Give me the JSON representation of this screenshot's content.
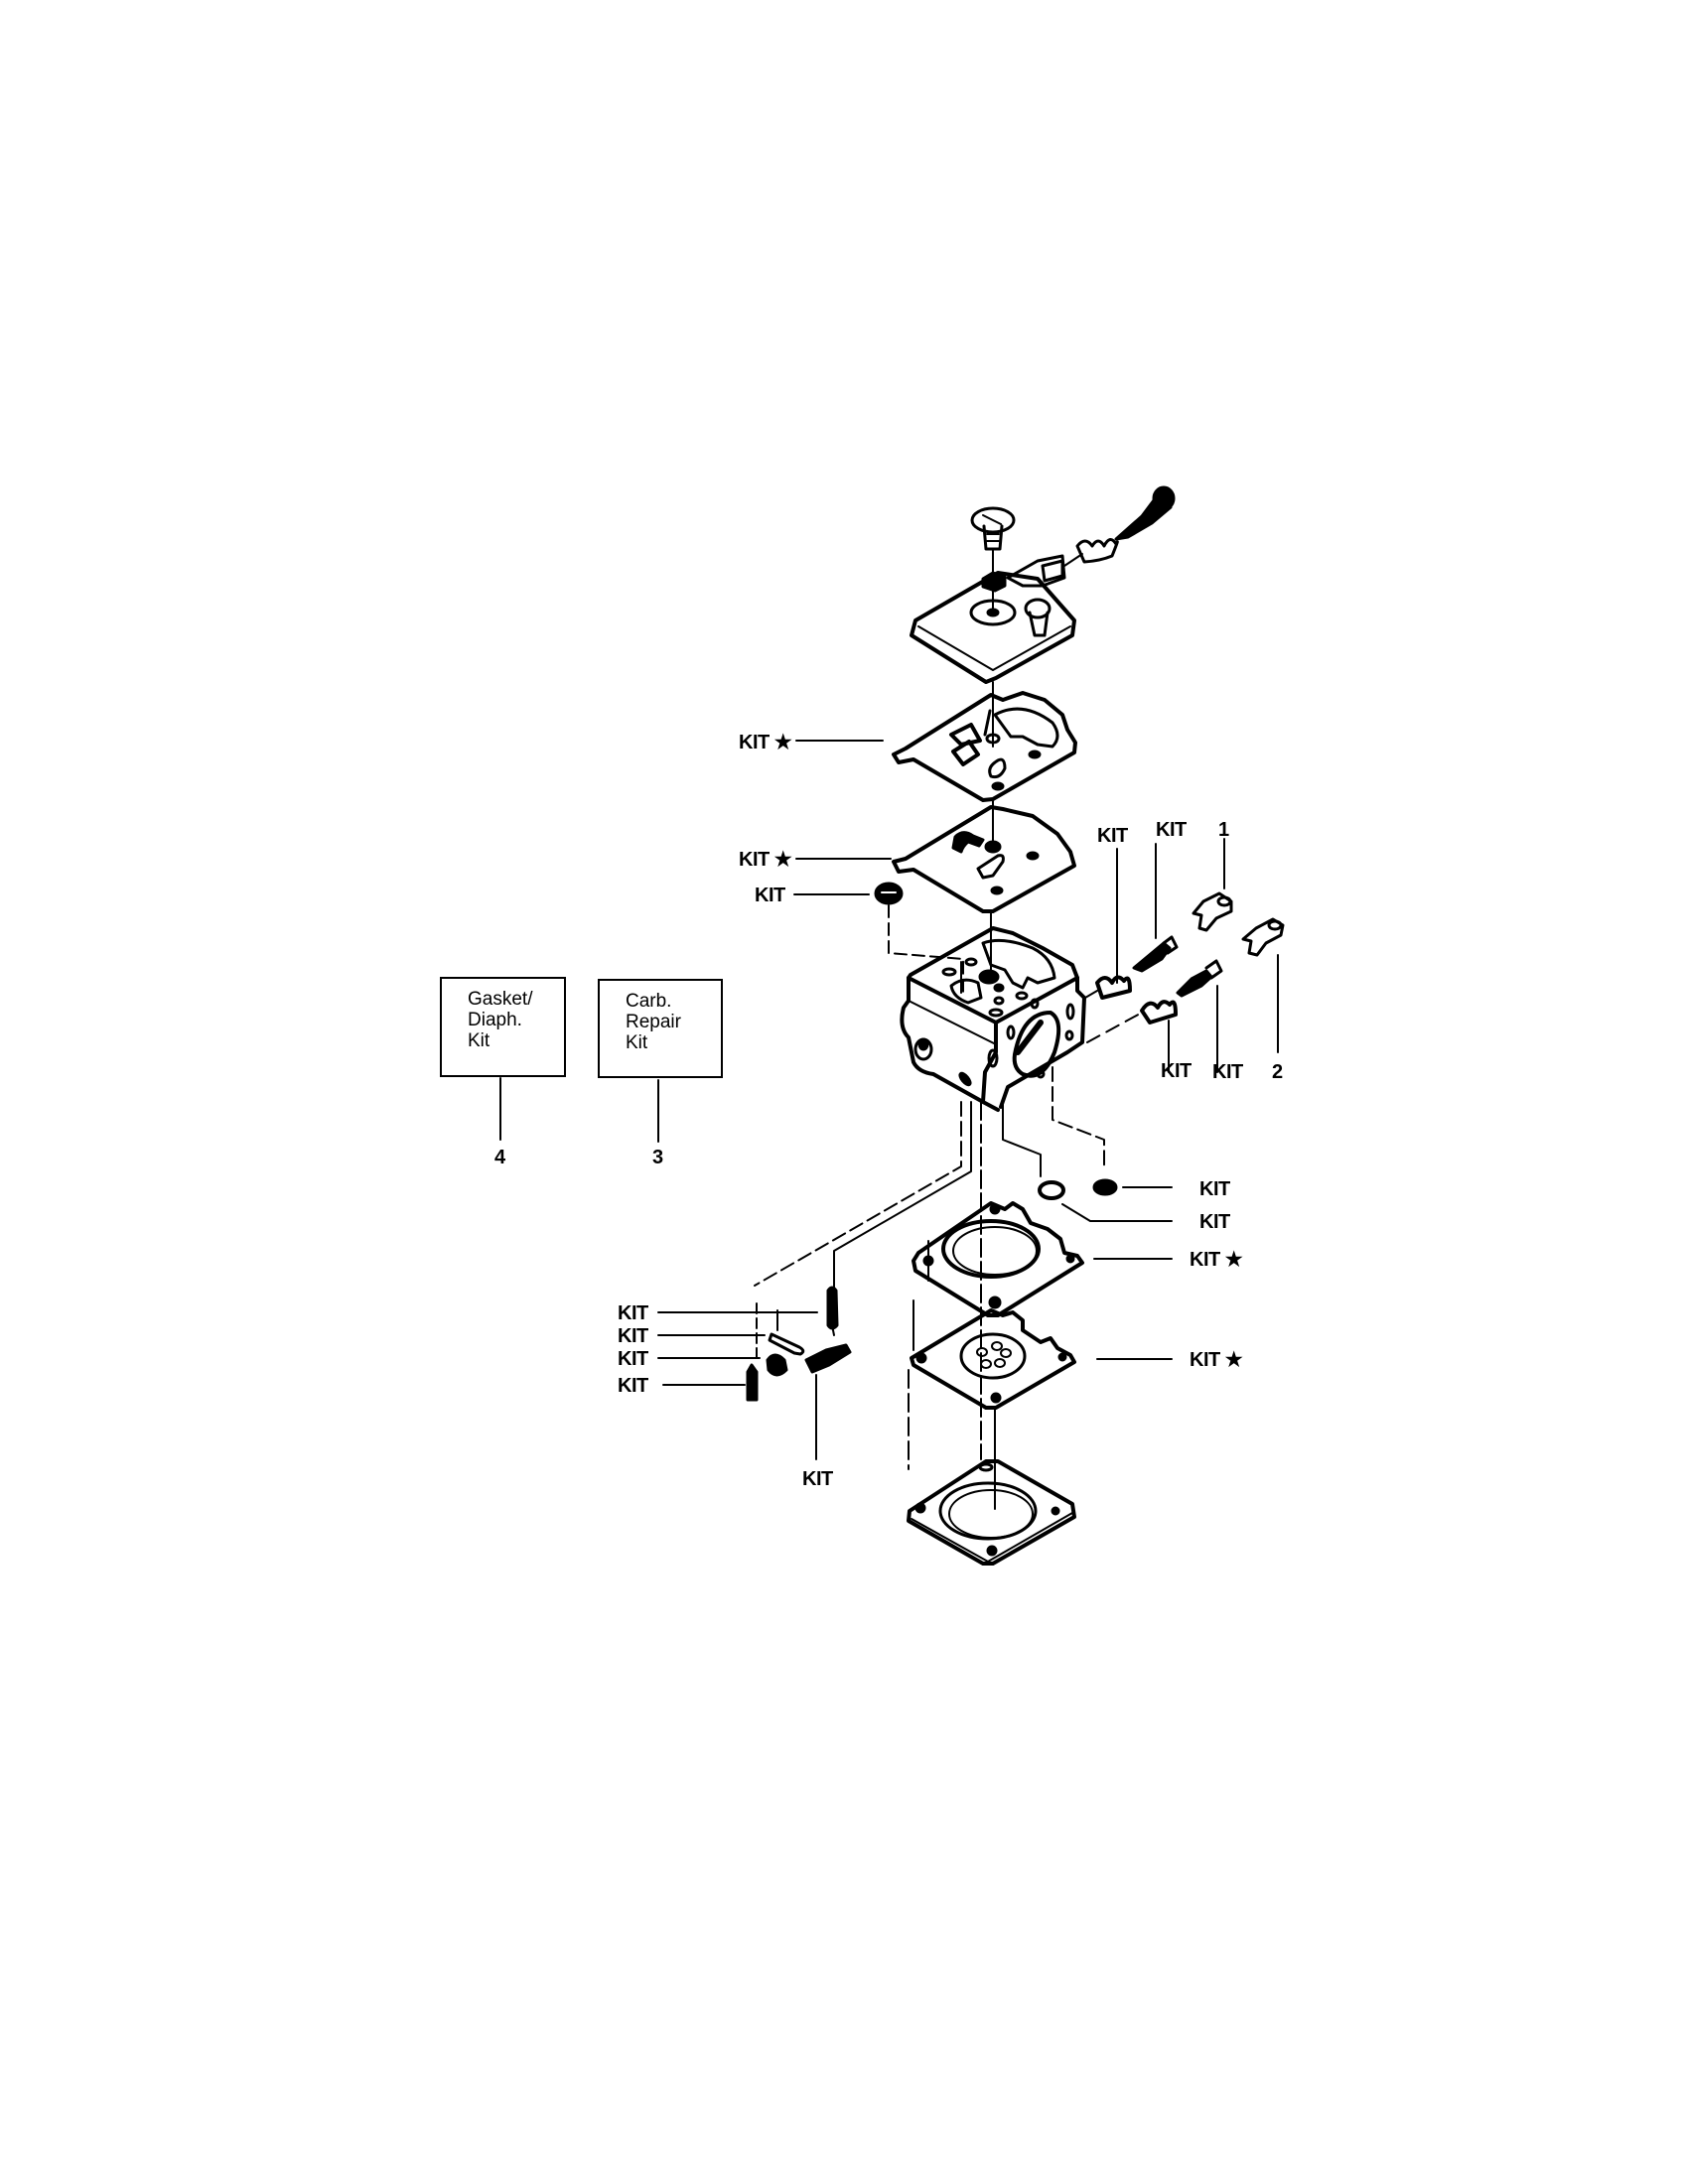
{
  "diagram": {
    "type": "exploded-parts-diagram",
    "subject": "Carburetor assembly",
    "star_symbol": "★",
    "kit_boxes": [
      {
        "id": "gasket-diaph-kit",
        "label": "Gasket/\nDiaph.\nKit",
        "ref": "4"
      },
      {
        "id": "carb-repair-kit",
        "label": "Carb.\nRepair\nKit",
        "ref": "3"
      }
    ],
    "callouts": [
      {
        "id": "metering-gasket-top",
        "text": "KIT ★"
      },
      {
        "id": "metering-diaphragm",
        "text": "KIT ★"
      },
      {
        "id": "inlet-screen",
        "text": "KIT"
      },
      {
        "id": "high-speed-spring",
        "text": "KIT"
      },
      {
        "id": "high-speed-needle",
        "text": "KIT"
      },
      {
        "id": "limiter-cap-1",
        "text": "1"
      },
      {
        "id": "low-speed-spring",
        "text": "KIT"
      },
      {
        "id": "low-speed-needle",
        "text": "KIT"
      },
      {
        "id": "limiter-cap-2",
        "text": "2"
      },
      {
        "id": "check-valve-screen",
        "text": "KIT"
      },
      {
        "id": "o-ring",
        "text": "KIT"
      },
      {
        "id": "pump-gasket",
        "text": "KIT ★"
      },
      {
        "id": "pump-diaphragm",
        "text": "KIT ★"
      },
      {
        "id": "inlet-lever-spring",
        "text": "KIT"
      },
      {
        "id": "inlet-lever-pin",
        "text": "KIT"
      },
      {
        "id": "pin-screw",
        "text": "KIT"
      },
      {
        "id": "inlet-needle",
        "text": "KIT"
      },
      {
        "id": "inlet-control-lever",
        "text": "KIT"
      }
    ]
  }
}
